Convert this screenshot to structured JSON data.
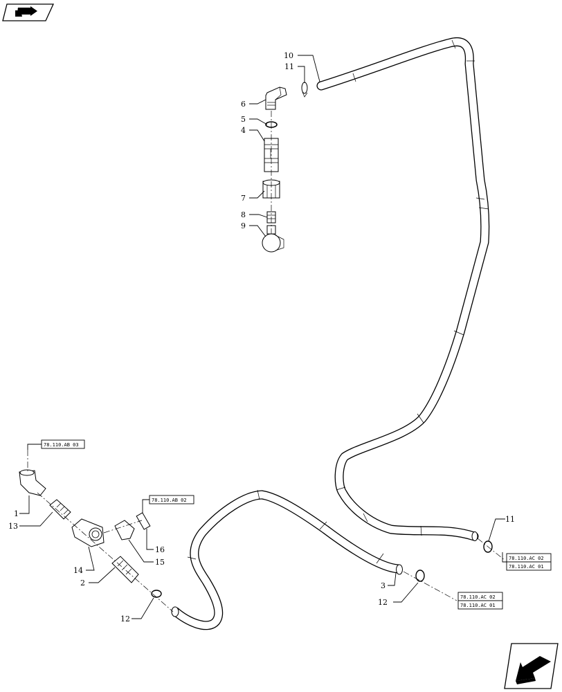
{
  "icons": {
    "top_left": "folder-arrow-icon",
    "bottom_right": "next-page-arrow-icon"
  },
  "callouts": {
    "c1": "1",
    "c2": "2",
    "c3": "3",
    "c4": "4",
    "c5": "5",
    "c6": "6",
    "c7": "7",
    "c8": "8",
    "c9": "9",
    "c10": "10",
    "c11a": "11",
    "c11b": "11",
    "c12a": "12",
    "c12b": "12",
    "c13": "13",
    "c14": "14",
    "c15": "15",
    "c16": "16"
  },
  "refs": {
    "r_ab03": "78.110.AB 03",
    "r_ab02": "78.110.AB 02",
    "r_ac02a": "78.110.AC 02",
    "r_ac01a": "78.110.AC 01",
    "r_ac02b": "78.110.AC 02",
    "r_ac01b": "78.110.AC 01"
  }
}
